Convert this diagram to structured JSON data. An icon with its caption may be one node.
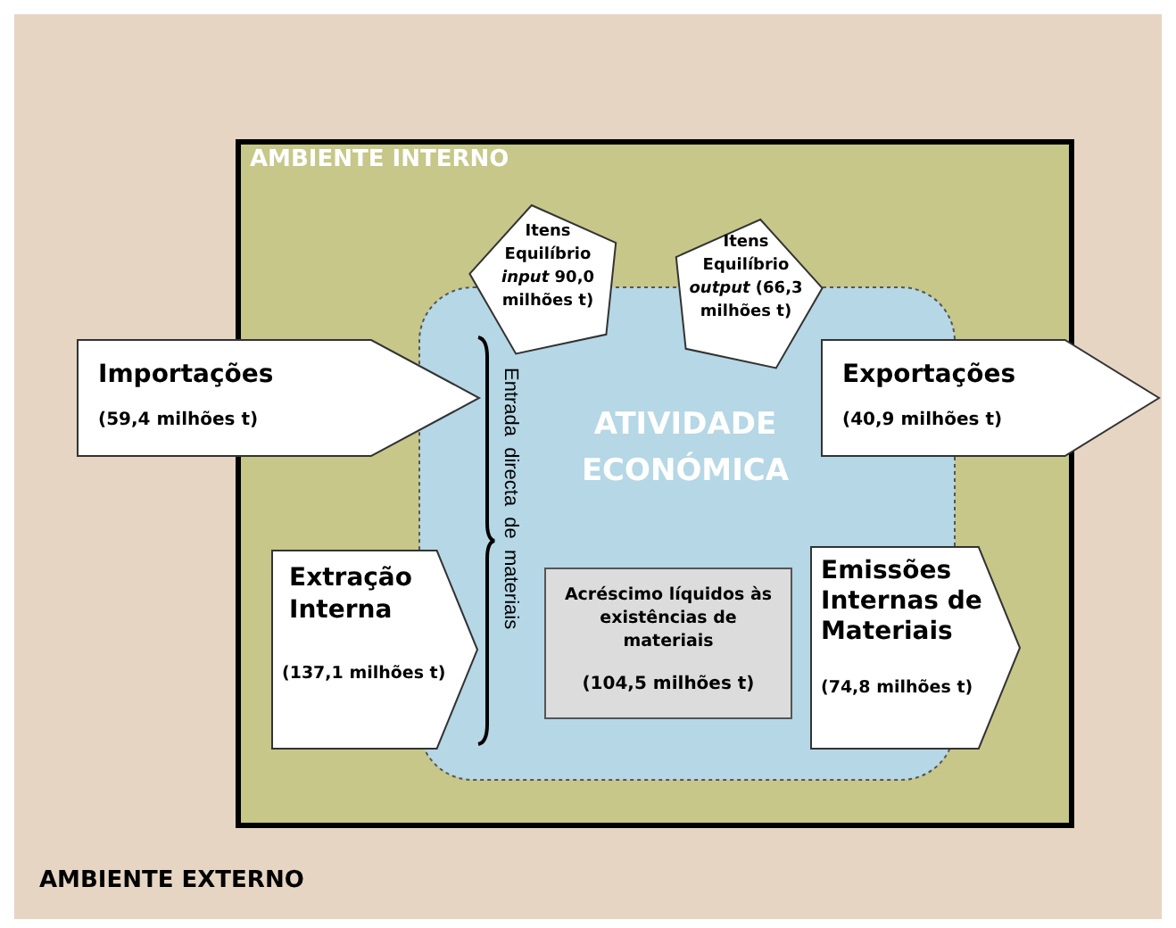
{
  "diagram": {
    "nodes": [
      {
        "text": [
          "AMBIENTE EXTERNO"
        ]
      },
      {
        "text": [
          "AMBIENTE INTERNO"
        ],
        "in": 0
      },
      {
        "text": [
          "ATIVIDADE ECONÓMICA"
        ],
        "in": 1
      },
      {
        "text": [
          "Importações",
          "(59,4 milhões t)"
        ],
        "in": 0
      },
      {
        "text": [
          "Itens Equilíbrio *input* 90,0 milhões t)"
        ],
        "in": 1
      },
      {
        "text": [
          "Itens Equilíbrio *output* (66,3 milhões t)"
        ],
        "in": 1
      },
      {
        "text": [
          "Exportações",
          "(40,9 milhões t)"
        ],
        "in": 0
      },
      {
        "text": [
          "Extração Interna",
          "(137,1 milhões t)"
        ],
        "in": 1
      },
      {
        "text": [
          "Acréscimo líquidos às existências de materiais",
          "(104,5 milhões t)"
        ],
        "in": 2
      },
      {
        "text": [
          "Emissões Internas de Materiais",
          "(74,8 milhões t)"
        ],
        "in": 1
      }
    ],
    "labels": [
      "Entrada directa de materiais"
    ]
  }
}
